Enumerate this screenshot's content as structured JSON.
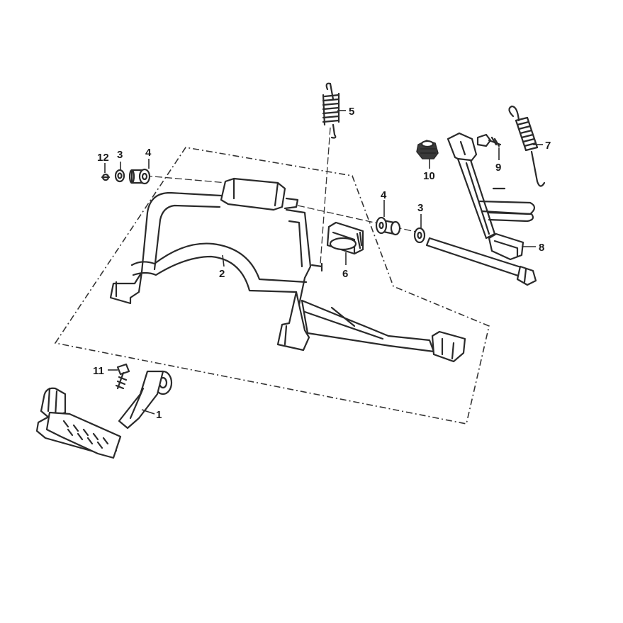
{
  "callouts": {
    "c1": "1",
    "c2": "2",
    "c3a": "3",
    "c3b": "3",
    "c4a": "4",
    "c4b": "4",
    "c5": "5",
    "c6": "6",
    "c7": "7",
    "c8": "8",
    "c9": "9",
    "c10": "10",
    "c11": "11",
    "c12": "12"
  }
}
